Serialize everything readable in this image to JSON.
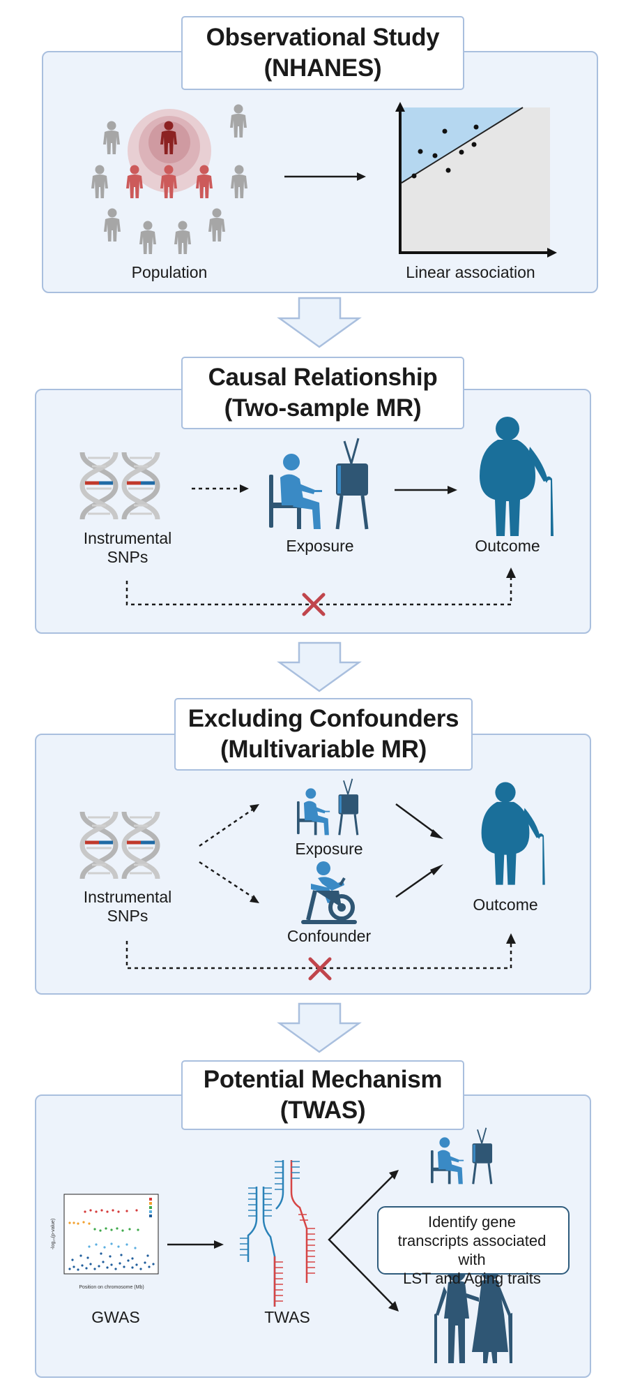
{
  "sections": [
    {
      "title_line1": "Observational Study",
      "title_line2": "(NHANES)",
      "labels": {
        "population": "Population",
        "association": "Linear association"
      }
    },
    {
      "title_line1": "Causal Relationship",
      "title_line2": "(Two-sample MR)",
      "labels": {
        "snps_line1": "Instrumental",
        "snps_line2": "SNPs",
        "exposure": "Exposure",
        "outcome": "Outcome"
      }
    },
    {
      "title_line1": "Excluding Confounders",
      "title_line2": "(Multivariable MR)",
      "labels": {
        "snps_line1": "Instrumental",
        "snps_line2": "SNPs",
        "exposure": "Exposure",
        "confounder": "Confounder",
        "outcome": "Outcome"
      }
    },
    {
      "title_line1": "Potential Mechanism",
      "title_line2": "(TWAS)",
      "labels": {
        "gwas": "GWAS",
        "twas": "TWAS"
      },
      "note_lines": [
        "Identify gene",
        "transcripts associated",
        "with",
        "LST and Aging traits"
      ],
      "gwas_plot": {
        "xlabel": "Position on chromosome (Mb)",
        "ylabel": "-log₁₀(p-value)"
      }
    }
  ],
  "colors": {
    "panel_bg": "#edf3fb",
    "panel_border": "#a9bfde",
    "person_gray": "#a6a6a6",
    "person_red": "#cc5a5a",
    "person_dark_red": "#8c2222",
    "figure_blue": "#1a6f9a",
    "icon_blue": "#3a8ac5",
    "icon_dark": "#2f5674",
    "cross_red": "#c0454c",
    "plot_fill": "#e6e6e6",
    "plot_highlight": "#b5d7f0"
  },
  "icons": [
    "person-icon",
    "scatter-plot-icon",
    "dna-helix-icon",
    "sedentary-tv-icon",
    "elderly-person-icon",
    "exercise-bike-icon",
    "manhattan-plot-icon",
    "transcript-strand-icon",
    "elderly-couple-icon",
    "down-arrow-icon",
    "cross-icon"
  ]
}
